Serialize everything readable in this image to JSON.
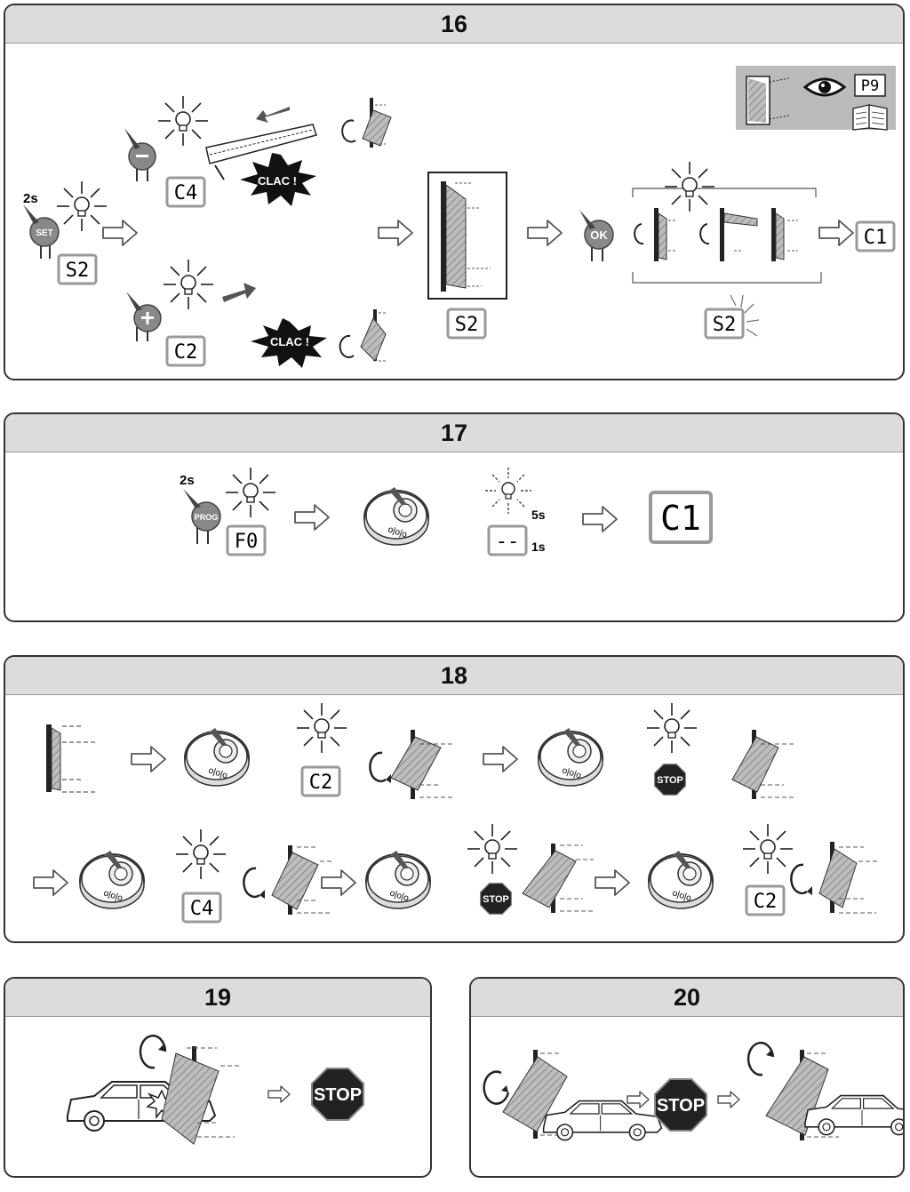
{
  "panels": [
    {
      "number": "16"
    },
    {
      "number": "17"
    },
    {
      "number": "18"
    },
    {
      "number": "19"
    },
    {
      "number": "20"
    }
  ],
  "p16": {
    "time": "2s",
    "set": "SET",
    "ok": "OK",
    "clac": "CLAC !",
    "lcd_s2": "S2",
    "lcd_c4": "C4",
    "lcd_c2": "C2",
    "lcd_c1": "C1",
    "ref_page": "P9"
  },
  "p17": {
    "time": "2s",
    "prog": "PROG",
    "lcd_f0": "F0",
    "lcd_dash": "--",
    "t5": "5s",
    "t1": "1s",
    "lcd_c1": "C1"
  },
  "p18": {
    "lcd_c2": "C2",
    "lcd_c4": "C4",
    "stop": "STOP"
  },
  "p19": {
    "stop": "STOP"
  },
  "p20": {
    "stop": "STOP"
  }
}
